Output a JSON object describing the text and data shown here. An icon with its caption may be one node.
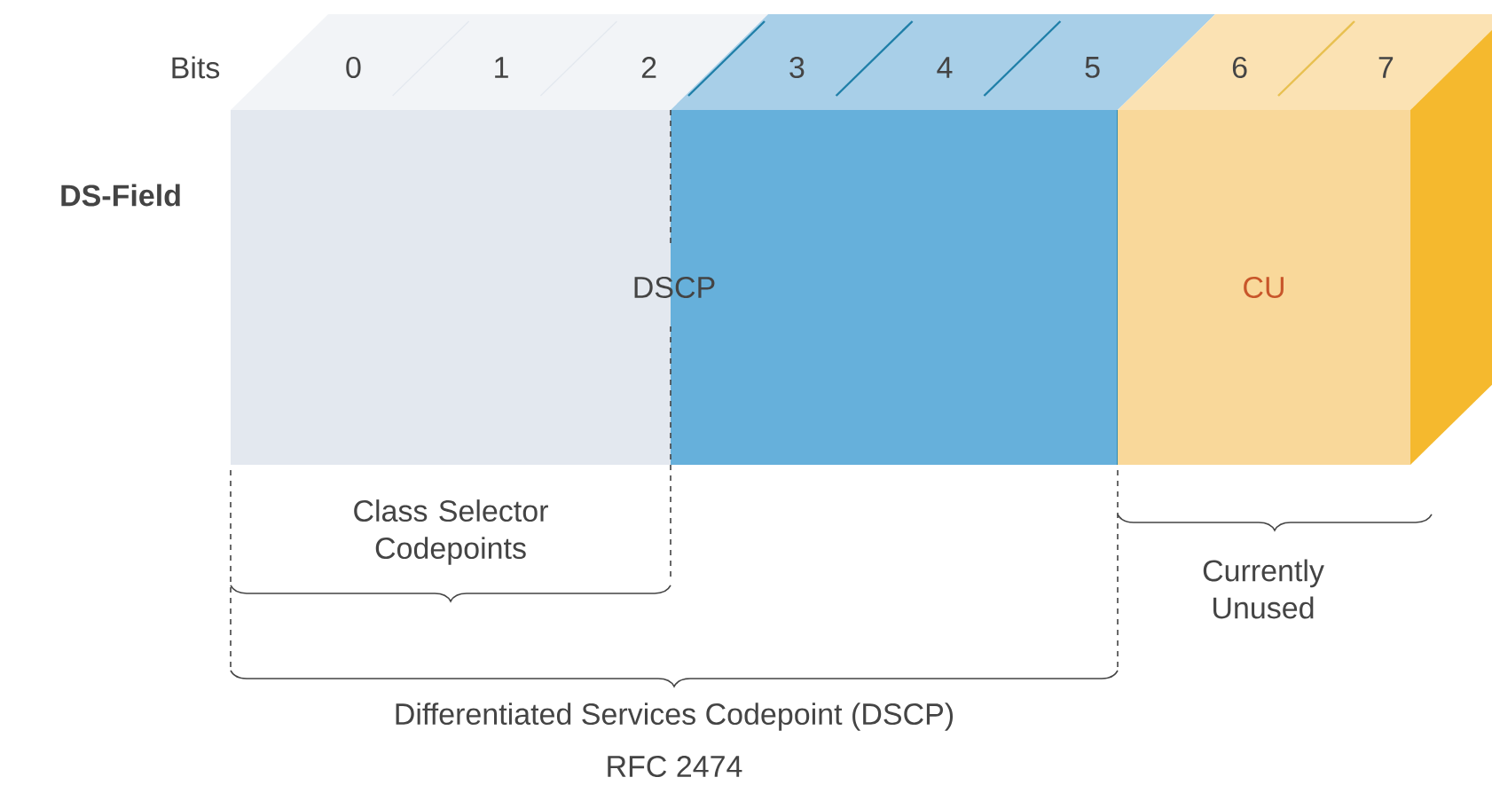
{
  "diagram": {
    "nodes": [
      {
        "text": [
          "DSCP"
        ]
      },
      {
        "text": [
          "CU"
        ]
      }
    ],
    "labels": [
      "Bits",
      "0",
      "1",
      "2",
      "3",
      "4",
      "5",
      "6",
      "7",
      "DS-Field",
      "Class Selector Codepoints",
      "Currently Unused",
      "Differentiated Services Codepoint (DSCP)",
      "RFC 2474"
    ]
  }
}
